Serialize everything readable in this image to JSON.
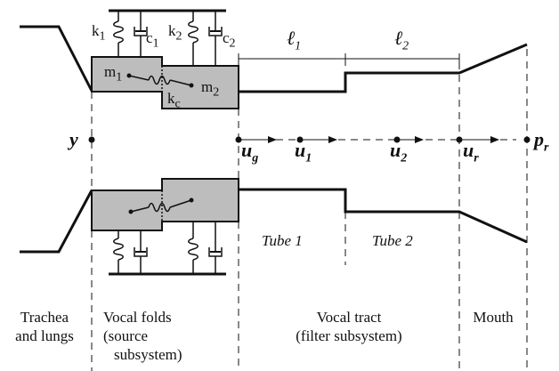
{
  "springs_dampers": {
    "k1": "k",
    "k1_sub": "1",
    "c1": "c",
    "c1_sub": "1",
    "k2": "k",
    "k2_sub": "2",
    "c2": "c",
    "c2_sub": "2",
    "m1": "m",
    "m1_sub": "1",
    "m2": "m",
    "m2_sub": "2",
    "kc": "k",
    "kc_sub": "c"
  },
  "lengths": {
    "l1": "ℓ",
    "l1_sub": "1",
    "l2": "ℓ",
    "l2_sub": "2"
  },
  "symbols": {
    "y": "y",
    "ug": "u",
    "ug_sub": "g",
    "u1": "u",
    "u1_sub": "1",
    "u2": "u",
    "u2_sub": "2",
    "ur": "u",
    "ur_sub": "r",
    "p": "p",
    "p_sub": "r"
  },
  "tubes": {
    "tube1": "Tube 1",
    "tube2": "Tube 2"
  },
  "sections": {
    "trachea_l1": "Trachea",
    "trachea_l2": "and lungs",
    "folds_l1": "Vocal folds",
    "folds_l2": "(source",
    "folds_l3": "subsystem)",
    "tract_l1": "Vocal tract",
    "tract_l2": "(filter subsystem)",
    "mouth": "Mouth"
  },
  "colors": {
    "mass_fill": "#bdbdbd",
    "line": "#111111"
  }
}
